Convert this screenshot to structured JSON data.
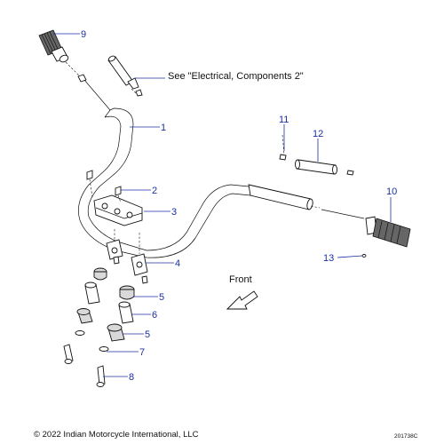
{
  "callouts": [
    {
      "id": "c9",
      "label": "9"
    },
    {
      "id": "c1",
      "label": "1"
    },
    {
      "id": "c11",
      "label": "11"
    },
    {
      "id": "c12",
      "label": "12"
    },
    {
      "id": "c10",
      "label": "10"
    },
    {
      "id": "c2",
      "label": "2"
    },
    {
      "id": "c3",
      "label": "3"
    },
    {
      "id": "c13",
      "label": "13"
    },
    {
      "id": "c4",
      "label": "4"
    },
    {
      "id": "c5a",
      "label": "5"
    },
    {
      "id": "c6",
      "label": "6"
    },
    {
      "id": "c5b",
      "label": "5"
    },
    {
      "id": "c7",
      "label": "7"
    },
    {
      "id": "c8",
      "label": "8"
    }
  ],
  "note": "See \"Electrical, Components 2\"",
  "front_label": "Front",
  "copyright": "© 2022 Indian Motorcycle International, LLC",
  "drawing_code": "201738C",
  "colors": {
    "callout": "#1a2fa0",
    "line": "#111111",
    "background": "#ffffff"
  }
}
